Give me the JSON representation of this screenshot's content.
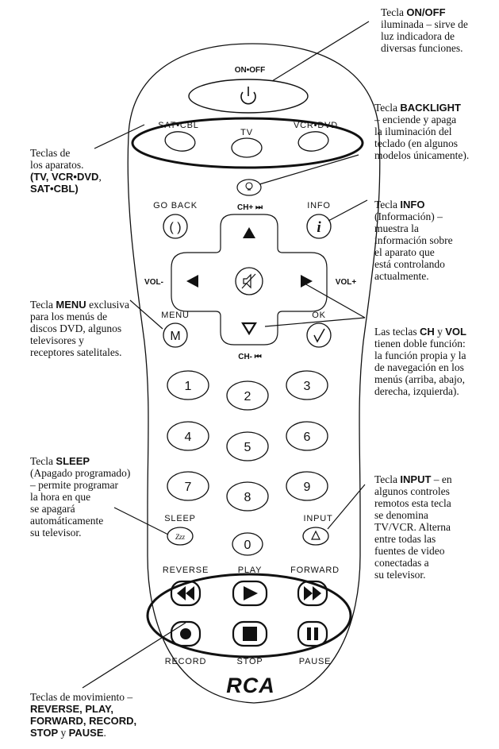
{
  "remote": {
    "on_off": "ON•OFF",
    "sat_cbl": "SAT•CBL",
    "tv": "TV",
    "vcr_dvd": "VCR•DVD",
    "go_back": "GO BACK",
    "ch_plus": "CH+ ⏭",
    "info": "INFO",
    "vol_minus": "VOL-",
    "vol_plus": "VOL+",
    "menu": "MENU",
    "menu_key": "M",
    "ok": "OK",
    "ch_minus": "CH- ⏮",
    "digits": [
      "1",
      "2",
      "3",
      "4",
      "5",
      "6",
      "7",
      "8",
      "9",
      "0"
    ],
    "sleep": "SLEEP",
    "sleep_key": "Zzz",
    "input": "INPUT",
    "reverse": "REVERSE",
    "play": "PLAY",
    "forward": "FORWARD",
    "record": "RECORD",
    "stop": "STOP",
    "pause": "PAUSE",
    "logo": "RCA"
  },
  "annotations": {
    "onoff": [
      "Tecla ",
      "ON/OFF",
      "iluminada – sirve de",
      "luz indicadora de",
      "diversas funciones."
    ],
    "backlight": [
      "Tecla ",
      "BACKLIGHT",
      "– enciende y apaga",
      "la iluminación del",
      "teclado (en algunos",
      "modelos únicamente)."
    ],
    "devices": [
      "Teclas de",
      "los aparatos.",
      "(",
      "TV, VCR•DVD",
      ",",
      "SAT•CBL",
      ")"
    ],
    "info": [
      "Tecla ",
      "INFO",
      "(Información) –",
      "muestra la",
      "información sobre",
      "el aparato que",
      "está controlando",
      "actualmente."
    ],
    "menu": [
      "Tecla ",
      "MENU",
      " exclusiva",
      "para los menús de",
      "discos DVD, algunos",
      "televisores y",
      "receptores satelitales."
    ],
    "chvol": [
      "Las teclas ",
      "CH",
      " y ",
      "VOL",
      "tienen doble función:",
      "la función propia y la",
      "de navegación en los",
      "menús (arriba, abajo,",
      "derecha, izquierda)."
    ],
    "sleep": [
      "Tecla ",
      "SLEEP",
      "(Apagado programado)",
      "– permite programar",
      "la hora en que",
      "se apagará",
      "automáticamente",
      "su televisor."
    ],
    "input": [
      "Tecla ",
      "INPUT",
      " – en",
      "algunos controles",
      "remotos esta tecla",
      "se denomina",
      "TV/VCR. Alterna",
      "entre todas las",
      "fuentes de video",
      "conectadas a",
      "su televisor."
    ],
    "transport": [
      "Teclas de movimiento –",
      "REVERSE, PLAY,",
      "FORWARD, RECORD,",
      "STOP",
      " y ",
      "PAUSE",
      "."
    ]
  }
}
